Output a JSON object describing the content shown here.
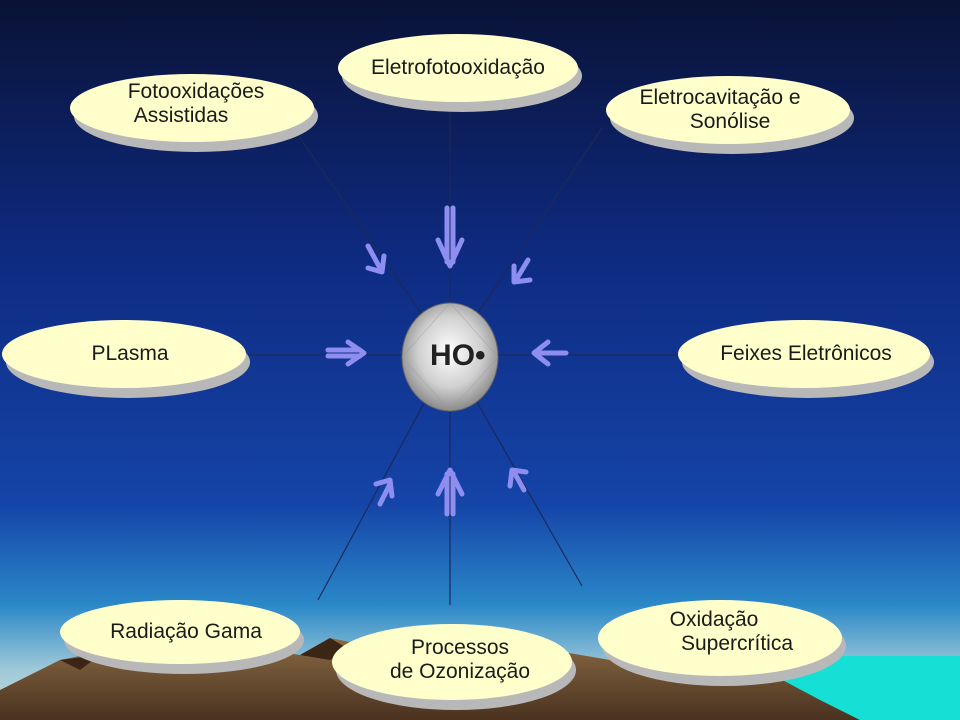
{
  "diagram": {
    "center": "•OH",
    "nodes": {
      "eletrofotooxidacao": "Eletrofotooxidação",
      "fotooxidacoes_line1": "Fotooxidações",
      "fotooxidacoes_line2": "Assistidas",
      "eletrocavitacao_line1": "Eletrocavitação e",
      "eletrocavitacao_line2": "Sonólise",
      "plasma": "PLasma",
      "feixes": "Feixes Eletrônicos",
      "radiacao": "Radiação Gama",
      "processos_line1": "Processos",
      "processos_line2": "de Ozonização",
      "oxidacao_line1": "Oxidação",
      "oxidacao_line2": "Supercrítica"
    },
    "colors": {
      "sky_top": "#0b1440",
      "sky_mid": "#0f2f8e",
      "ellipse_fill": "#ffffcc",
      "ellipse_shadow": "#c8c8c8",
      "arrow": "#8e8ef0",
      "sea": "#16e0d6",
      "mountain": "#6b4a2f"
    }
  }
}
